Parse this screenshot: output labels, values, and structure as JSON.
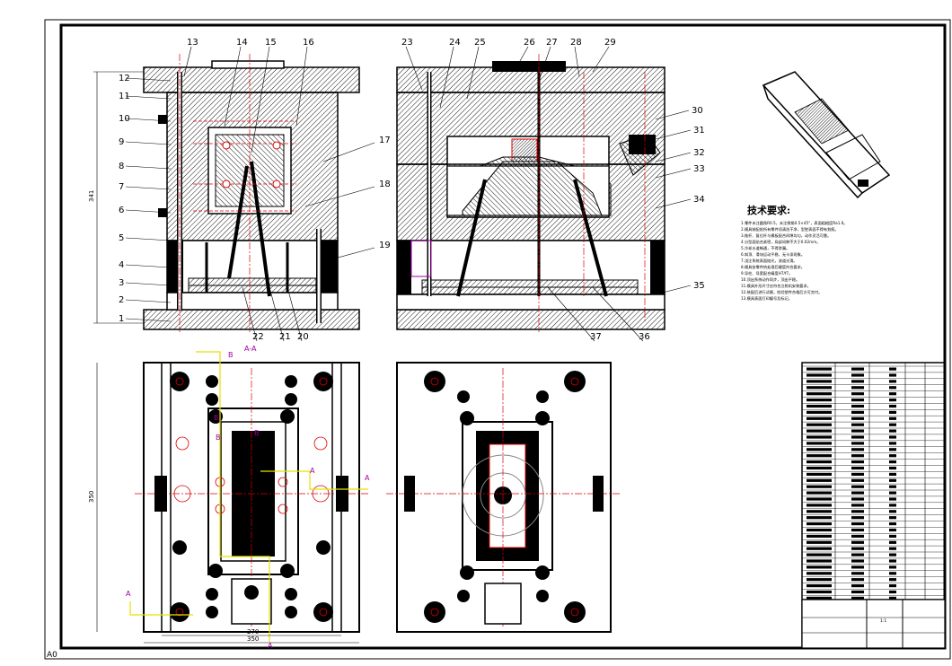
{
  "drawing": {
    "sheet_size_label": "A0",
    "part_numbers_top": [
      "13",
      "14",
      "15",
      "16",
      "23",
      "24",
      "25",
      "26",
      "27",
      "28",
      "29"
    ],
    "part_numbers_left": [
      "12",
      "11",
      "10",
      "9",
      "8",
      "7",
      "6",
      "5",
      "4",
      "3",
      "2",
      "1"
    ],
    "part_numbers_bottom_left": [
      "22",
      "21",
      "20"
    ],
    "part_numbers_right_mid": [
      "17",
      "18",
      "19"
    ],
    "part_numbers_right": [
      "30",
      "31",
      "32",
      "33",
      "34",
      "35"
    ],
    "part_numbers_bottom_right": [
      "37",
      "36"
    ],
    "section_label": "A-A",
    "section_marks": [
      "B",
      "B",
      "A",
      "A",
      "A",
      "A",
      "B",
      "B"
    ],
    "dim_height_side": "341",
    "dim_height_plan": "350",
    "dim_width_plan_1": "270",
    "dim_width_plan_2": "350",
    "tech_title": "技术要求:",
    "tech_lines": [
      "1.零件未注圆角R0.5，未注倒角0.5×45°，表面粗糙度Ra1.6。",
      "2.模具装配前所有零件须清洗干净，型腔表面不得有划痕。",
      "3.推杆、复位杆与模板配合间隙均匀，动作灵活可靠。",
      "4.分型面贴合紧密，局部间隙不大于0.02mm。",
      "5.冷却水道畅通，不得渗漏。",
      "6.斜顶、滑块运动平稳，无卡滞现象。",
      "7.浇注系统表面抛光，流道光滑。",
      "8.模具各零件热处理后硬度符合要求。",
      "9.导柱、导套配合精度H7/f7。",
      "10.顶出系统动作同步，顶出平稳。",
      "11.模具外形尺寸应符合注射机安装要求。",
      "12.装配后进行试模，检验塑件合格后方可交付。",
      "13.模具表面打印编号及标记。"
    ],
    "title_block": {
      "scale": "1:1",
      "material": "",
      "drawing_no": "",
      "name": ""
    }
  }
}
